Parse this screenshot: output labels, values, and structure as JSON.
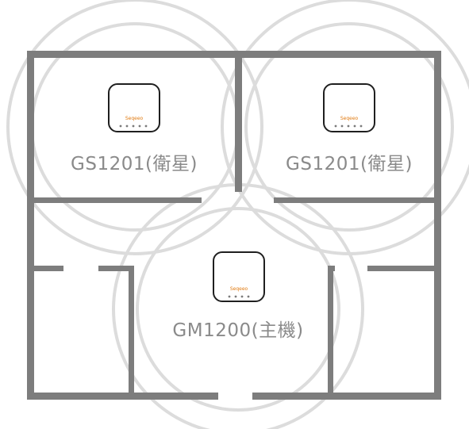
{
  "nodes": [
    {
      "id": "satellite-left",
      "label": "GS1201(衛星)",
      "brand": "Seqeeo"
    },
    {
      "id": "satellite-right",
      "label": "GS1201(衛星)",
      "brand": "Seqeeo"
    },
    {
      "id": "main",
      "label": "GM1200(主機)",
      "brand": "Seqeeo"
    }
  ],
  "colors": {
    "wall": "#7d7d7d",
    "coverage_ring": "#dcdcdc",
    "label": "#8a8a8a",
    "brand": "#e07a10"
  },
  "icons": {
    "device": "mesh-router-icon",
    "signal": "wifi-coverage-rings"
  }
}
